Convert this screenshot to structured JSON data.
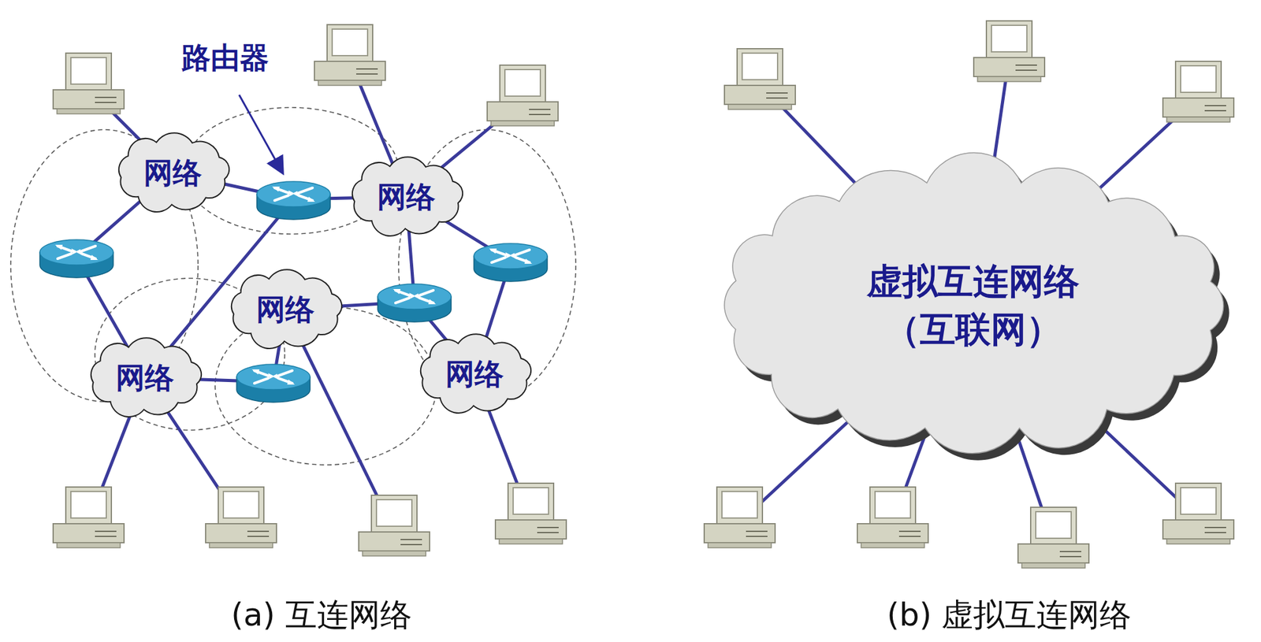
{
  "diagram": {
    "nodes": [
      {
        "text": [
          "网络"
        ]
      },
      {
        "text": [
          "网络"
        ]
      },
      {
        "text": [
          "网络"
        ]
      },
      {
        "text": [
          "网络"
        ]
      },
      {
        "text": [
          "网络"
        ]
      },
      {
        "text": [
          "虚拟互连网络",
          "（互联网）"
        ]
      }
    ],
    "labels": [
      "路由器",
      "(a) 互连网络",
      "(b) 虚拟互连网络"
    ]
  }
}
